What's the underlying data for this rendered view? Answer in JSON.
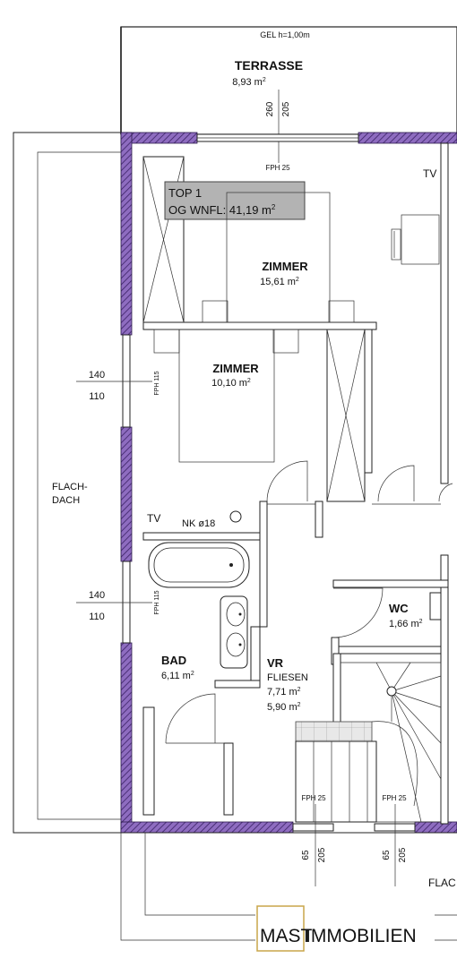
{
  "terrace": {
    "railing": "GEL h=1,00m",
    "name": "TERRASSE",
    "area": "8,93 m",
    "sup": "2",
    "dim_a": "260",
    "dim_b": "205"
  },
  "window_top": {
    "label": "FPH 25"
  },
  "tv_top": "TV",
  "unit_box": {
    "line1": "TOP 1",
    "line2": "OG WNFL: 41,19 m",
    "sup": "2",
    "fill": "#b3b3b3"
  },
  "room_upper": {
    "name": "ZIMMER",
    "area": "15,61 m",
    "sup": "2"
  },
  "room_mid": {
    "name": "ZIMMER",
    "area": "10,10 m",
    "sup": "2"
  },
  "window_left_1": {
    "label": "FPH 115",
    "dim_a": "140",
    "dim_b": "110"
  },
  "window_left_2": {
    "label": "FPH 115",
    "dim_a": "140",
    "dim_b": "110"
  },
  "flat_roof": {
    "line1": "FLACH-",
    "line2": "DACH"
  },
  "tv_mid": "TV",
  "nk": "NK ø18",
  "bath": {
    "name": "BAD",
    "area": "6,11 m",
    "sup": "2"
  },
  "wc": {
    "name": "WC",
    "area": "1,66 m",
    "sup": "2"
  },
  "hall": {
    "name": "VR",
    "finish": "FLIESEN",
    "area1": "7,71 m",
    "area2": "5,90 m",
    "sup": "2"
  },
  "windows_bottom": [
    {
      "label": "FPH 25",
      "dim_a": "65",
      "dim_b": "205"
    },
    {
      "label": "FPH 25",
      "dim_a": "65",
      "dim_b": "205"
    }
  ],
  "flat_roof_right": "FLAC",
  "logo": {
    "part1": "MAST",
    "part2": "IMMOBILIEN",
    "accent": "#c9a64a"
  },
  "colors": {
    "wall": "#7a5aa6",
    "box": "#b3b3b3"
  }
}
